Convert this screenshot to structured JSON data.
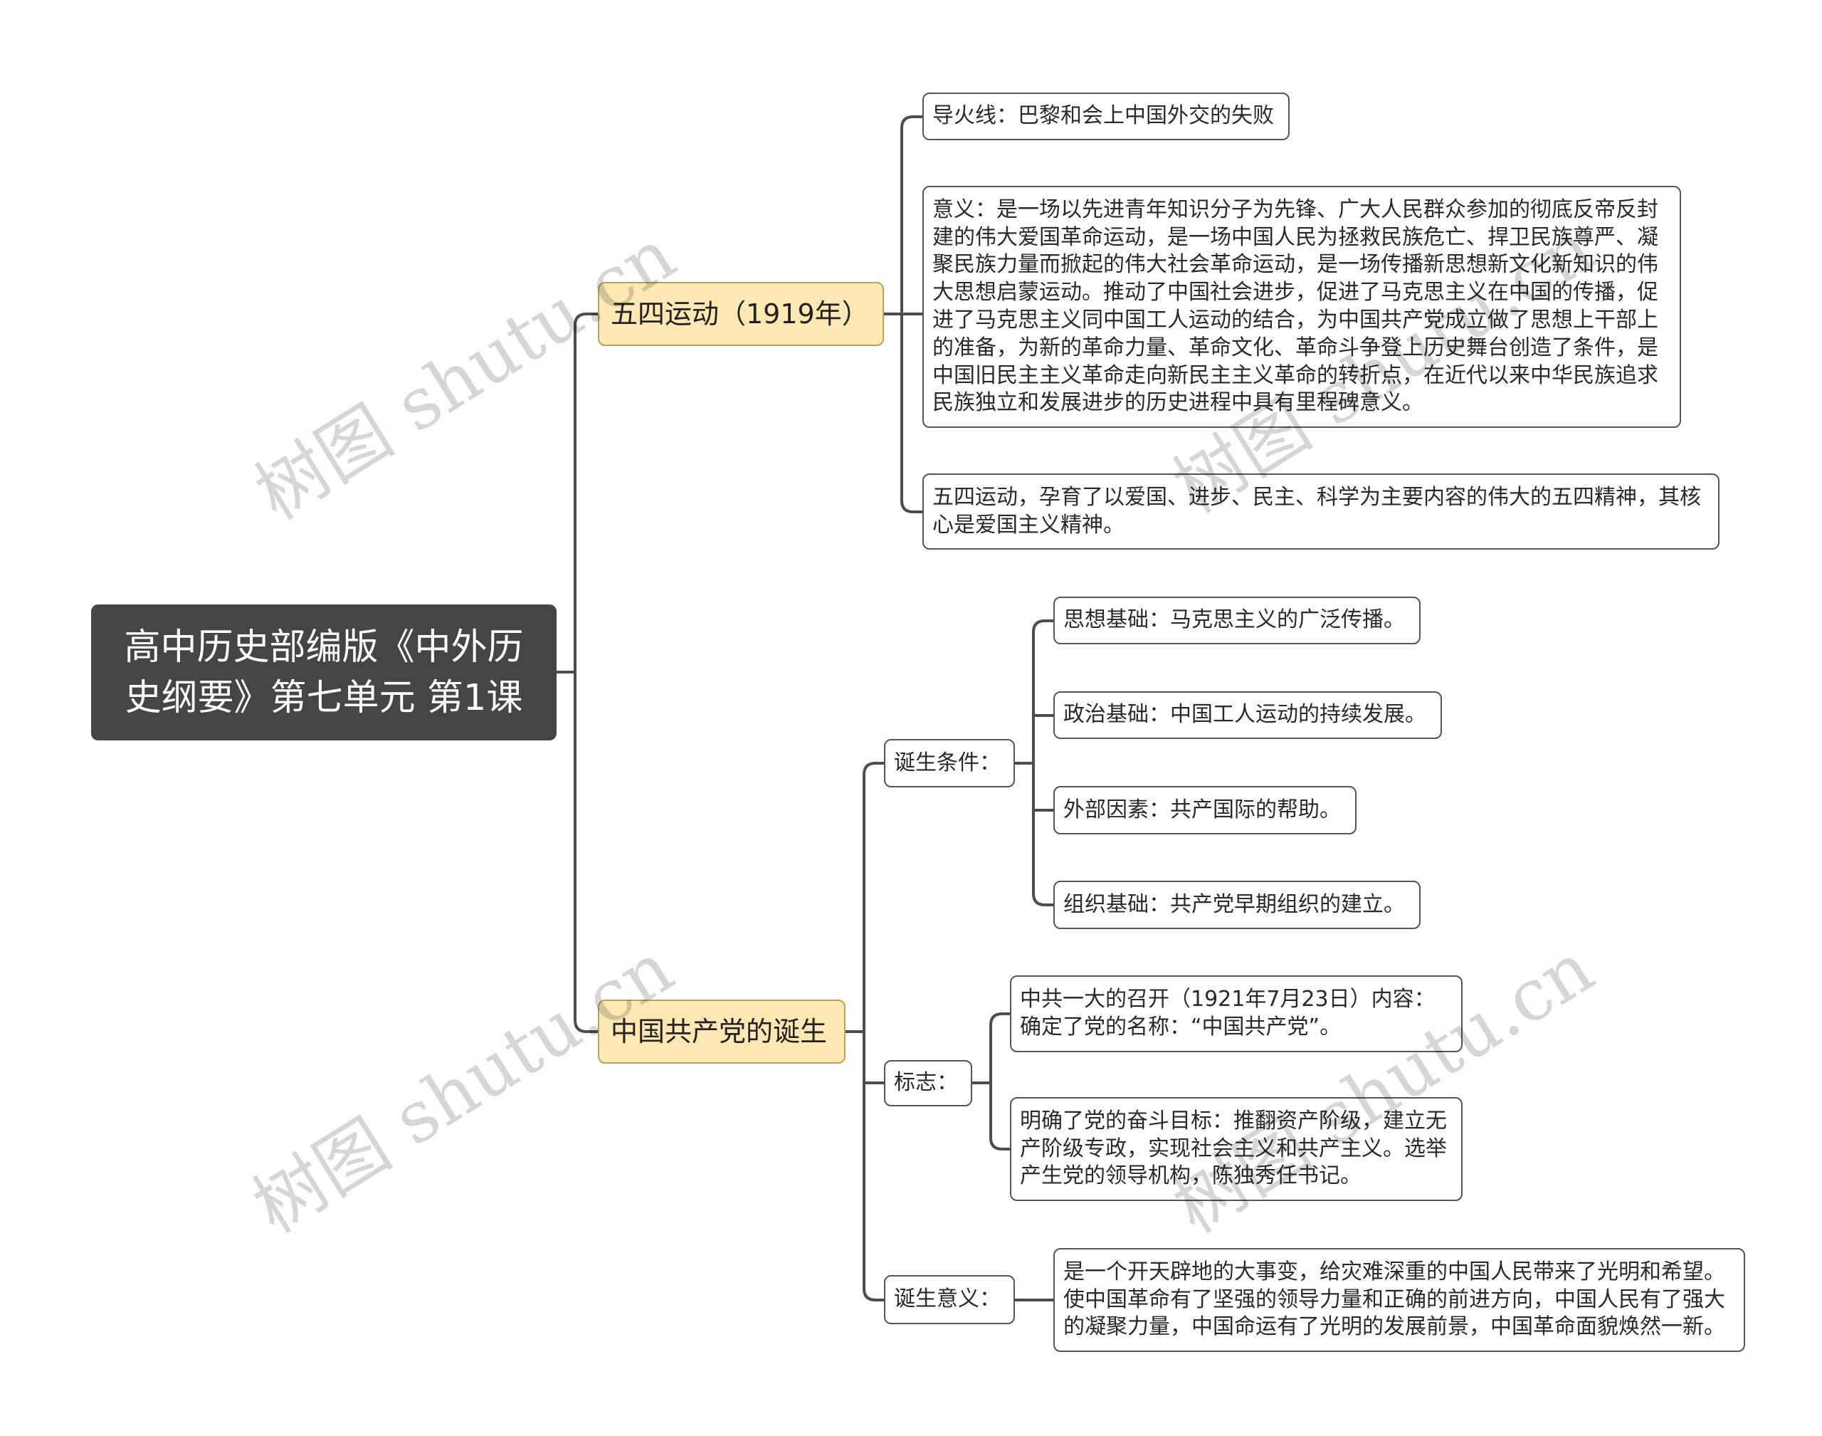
{
  "colors": {
    "background": "#ffffff",
    "root_bg": "#454545",
    "root_text": "#ffffff",
    "branch_bg": "#fde8b4",
    "branch_border": "#b9a064",
    "node_border": "#555555",
    "line": "#4d4d4d",
    "text": "#2a2a2a"
  },
  "diagram": {
    "root": {
      "text": "高中历史部编版《中外历\n史纲要》第七单元 第1课"
    },
    "branches": [
      {
        "label": "五四运动（1919年）",
        "children": [
          {
            "text": "导火线：巴黎和会上中国外交的失败"
          },
          {
            "text": "意义：是一场以先进青年知识分子为先锋、广大人民群众参加的彻底反帝反封\n建的伟大爱国革命运动，是一场中国人民为拯救民族危亡、捍卫民族尊严、凝\n聚民族力量而掀起的伟大社会革命运动，是一场传播新思想新文化新知识的伟\n大思想启蒙运动。推动了中国社会进步，促进了马克思主义在中国的传播，促\n进了马克思主义同中国工人运动的结合，为中国共产党成立做了思想上干部上\n的准备，为新的革命力量、革命文化、革命斗争登上历史舞台创造了条件，是\n中国旧民主主义革命走向新民主主义革命的转折点，在近代以来中华民族追求\n民族独立和发展进步的历史进程中具有里程碑意义。"
          },
          {
            "text": "五四运动，孕育了以爱国、进步、民主、科学为主要内容的伟大的五四精神，其核\n心是爱国主义精神。"
          }
        ]
      },
      {
        "label": "中国共产党的诞生",
        "children": [
          {
            "label": "诞生条件：",
            "children": [
              {
                "text": "思想基础：马克思主义的广泛传播。"
              },
              {
                "text": "政治基础：中国工人运动的持续发展。"
              },
              {
                "text": "外部因素：共产国际的帮助。"
              },
              {
                "text": "组织基础：共产党早期组织的建立。"
              }
            ]
          },
          {
            "label": "标志：",
            "children": [
              {
                "text": "中共一大的召开（1921年7月23日）内容：\n确定了党的名称：“中国共产党”。"
              },
              {
                "text": "明确了党的奋斗目标：推翻资产阶级，建立无\n产阶级专政，实现社会主义和共产主义。选举\n产生党的领导机构，陈独秀任书记。"
              }
            ]
          },
          {
            "label": "诞生意义：",
            "children": [
              {
                "text": "是一个开天辟地的大事变，给灾难深重的中国人民带来了光明和希望。\n使中国革命有了坚强的领导力量和正确的前进方向，中国人民有了强大\n的凝聚力量，中国命运有了光明的发展前景，中国革命面貌焕然一新。"
              }
            ]
          }
        ]
      }
    ]
  },
  "watermark": {
    "text": "树图 shutu.cn"
  }
}
